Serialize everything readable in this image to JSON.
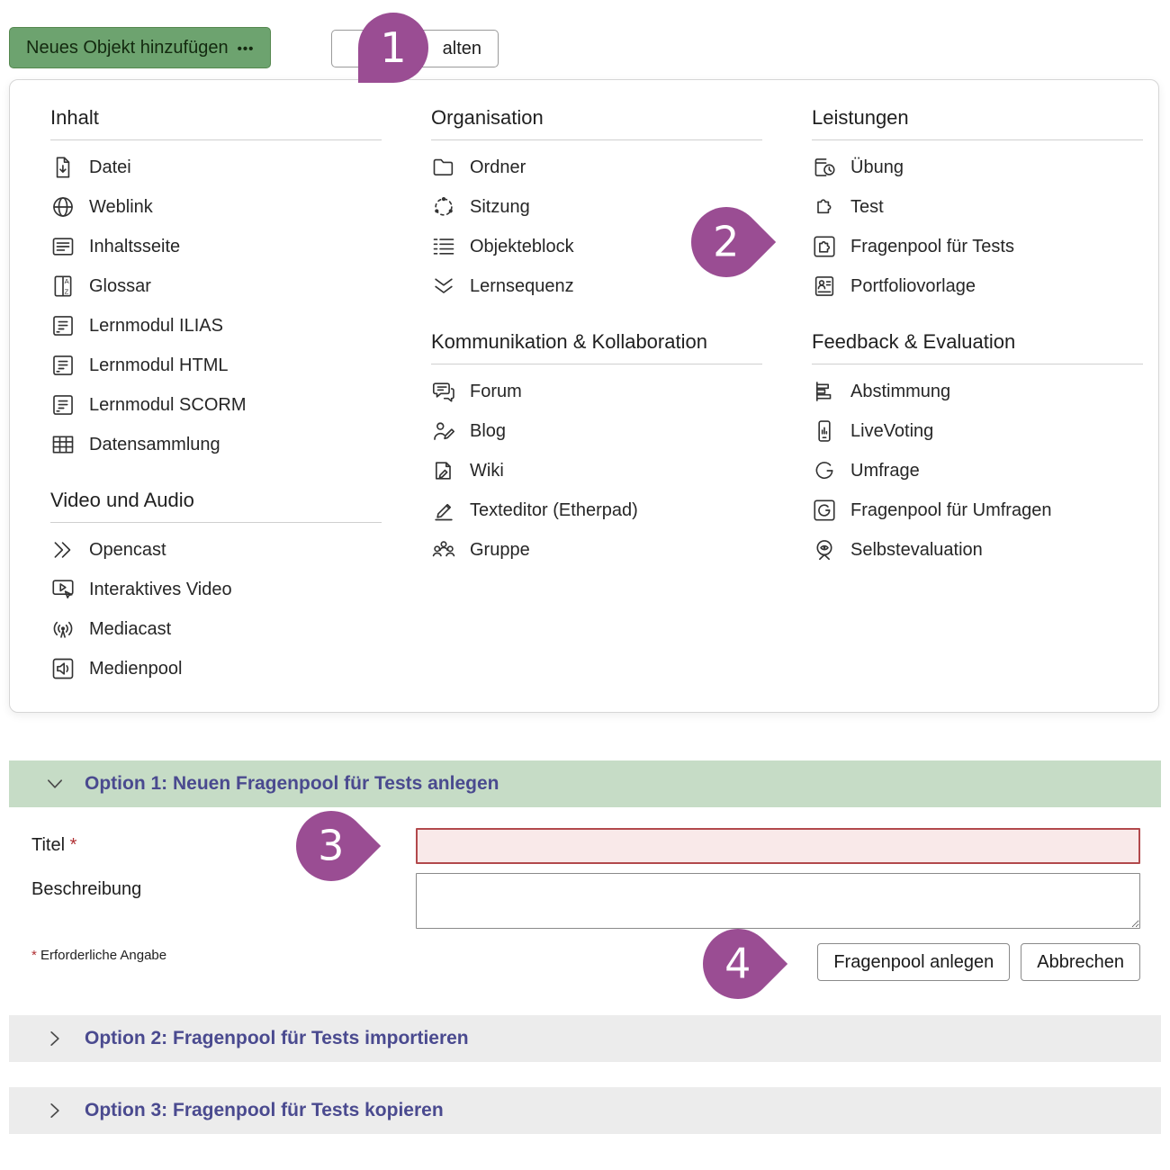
{
  "toolbar": {
    "add_button": {
      "label": "Neues Objekt hinzufügen",
      "dots": "•••"
    },
    "secondary_button": {
      "visible_label": "alten"
    }
  },
  "callouts": {
    "c1": "1",
    "c2": "2",
    "c3": "3",
    "c4": "4"
  },
  "menu": {
    "columns": [
      {
        "sections": [
          {
            "title": "Inhalt",
            "items": [
              {
                "icon": "file-download-icon",
                "label": "Datei"
              },
              {
                "icon": "globe-icon",
                "label": "Weblink"
              },
              {
                "icon": "content-page-icon",
                "label": "Inhaltsseite"
              },
              {
                "icon": "glossary-icon",
                "label": "Glossar"
              },
              {
                "icon": "learning-module-icon",
                "label": "Lernmodul ILIAS"
              },
              {
                "icon": "learning-module-icon",
                "label": "Lernmodul HTML"
              },
              {
                "icon": "learning-module-icon",
                "label": "Lernmodul SCORM"
              },
              {
                "icon": "data-table-icon",
                "label": "Datensammlung"
              }
            ]
          },
          {
            "title": "Video und Audio",
            "items": [
              {
                "icon": "opencast-icon",
                "label": "Opencast"
              },
              {
                "icon": "interactive-video-icon",
                "label": "Interaktives Video"
              },
              {
                "icon": "broadcast-icon",
                "label": "Mediacast"
              },
              {
                "icon": "media-pool-icon",
                "label": "Medienpool"
              }
            ]
          }
        ]
      },
      {
        "sections": [
          {
            "title": "Organisation",
            "items": [
              {
                "icon": "folder-icon",
                "label": "Ordner"
              },
              {
                "icon": "session-icon",
                "label": "Sitzung"
              },
              {
                "icon": "item-group-icon",
                "label": "Objekteblock"
              },
              {
                "icon": "sequence-icon",
                "label": "Lernsequenz"
              }
            ]
          },
          {
            "title": "Kommunikation & Kollabo­ration",
            "items": [
              {
                "icon": "forum-icon",
                "label": "Forum"
              },
              {
                "icon": "blog-icon",
                "label": "Blog"
              },
              {
                "icon": "wiki-icon",
                "label": "Wiki"
              },
              {
                "icon": "etherpad-icon",
                "label": "Texteditor (Etherpad)"
              },
              {
                "icon": "group-icon",
                "label": "Gruppe"
              }
            ]
          }
        ]
      },
      {
        "sections": [
          {
            "title": "Leistungen",
            "items": [
              {
                "icon": "exercise-icon",
                "label": "Übung"
              },
              {
                "icon": "puzzle-icon",
                "label": "Test"
              },
              {
                "icon": "question-pool-test-icon",
                "label": "Fragenpool für Tests"
              },
              {
                "icon": "portfolio-icon",
                "label": "Portfoliovorlage"
              }
            ]
          },
          {
            "title": "Feedback & Evaluation",
            "items": [
              {
                "icon": "poll-icon",
                "label": "Abstimmung"
              },
              {
                "icon": "livevoting-icon",
                "label": "LiveVoting"
              },
              {
                "icon": "survey-icon",
                "label": "Umfrage"
              },
              {
                "icon": "question-pool-survey-icon",
                "label": "Fragenpool für Umfragen"
              },
              {
                "icon": "self-evaluation-icon",
                "label": "Selbstevaluation"
              }
            ]
          }
        ]
      }
    ]
  },
  "form": {
    "option1_title": "Option 1: Neuen Fragenpool für Tests anlegen",
    "title_label": "Titel",
    "required_mark": "*",
    "title_value": "",
    "description_label": "Beschreibung",
    "description_value": "",
    "required_note": "Erforderliche Angabe",
    "submit_label": "Fragenpool anlegen",
    "cancel_label": "Abbrechen",
    "option2_title": "Option 2: Fragenpool für Tests importieren",
    "option3_title": "Option 3: Fragenpool für Tests kopieren"
  },
  "colors": {
    "accent_green": "#6da36f",
    "accordion_green": "#c6dcc6",
    "accordion_gray": "#ececec",
    "callout_purple": "#9a4d93",
    "required_red": "#b03033",
    "error_border": "#b2494c",
    "error_bg": "#f9e9e9",
    "option_text": "#4a4a8f"
  }
}
